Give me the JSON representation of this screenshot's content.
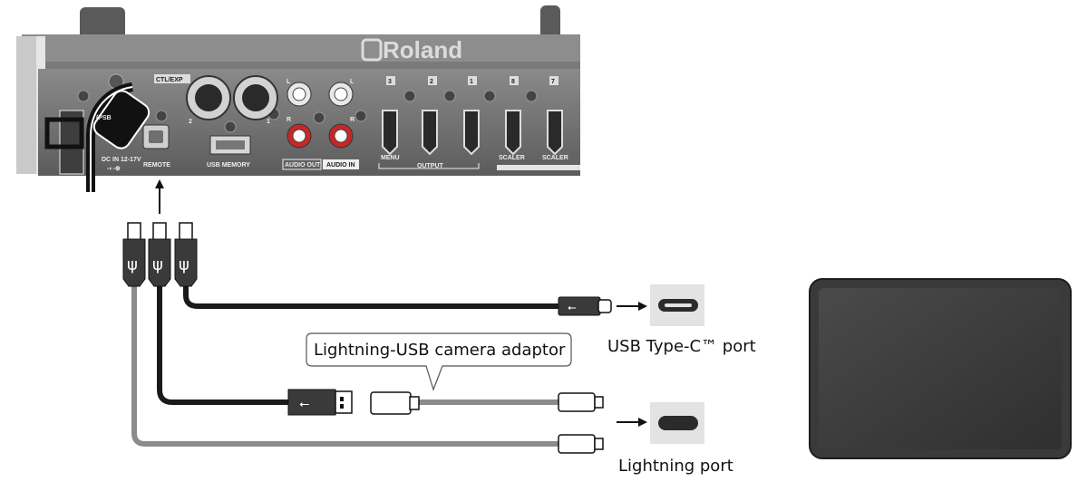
{
  "device": {
    "brand": "Roland",
    "panel_labels": {
      "ctl_exp": "CTL/EXP",
      "jack_2": "2",
      "jack_1": "1",
      "remote": "REMOTE",
      "usb_memory": "USB MEMORY",
      "dc_in": "DC IN 12-17V",
      "audio_out": "AUDIO OUT",
      "audio_in": "AUDIO IN",
      "audio_l1": "L",
      "audio_l2": "L",
      "audio_r1": "R",
      "audio_r2": "R",
      "menu": "MENU",
      "output": "OUTPUT",
      "scaler_1": "SCALER",
      "scaler_2": "SCALER",
      "port_3": "3",
      "port_2": "2",
      "port_1": "1",
      "port_8": "8",
      "port_7": "7",
      "psb": "(PSB"
    }
  },
  "callouts": {
    "adaptor": "Lightning-USB camera adaptor",
    "usb_c_port": "USB Type-C™ port",
    "lightning_port": "Lightning port"
  },
  "colors": {
    "cable_black": "#1a1a1a",
    "cable_gray": "#8c8c8c",
    "panel": "#6b6b6b",
    "tablet_body": "#3a3a3a"
  },
  "icons": [
    "usb-trident-icon",
    "usb-c-port-icon",
    "lightning-port-icon",
    "tablet-icon"
  ]
}
